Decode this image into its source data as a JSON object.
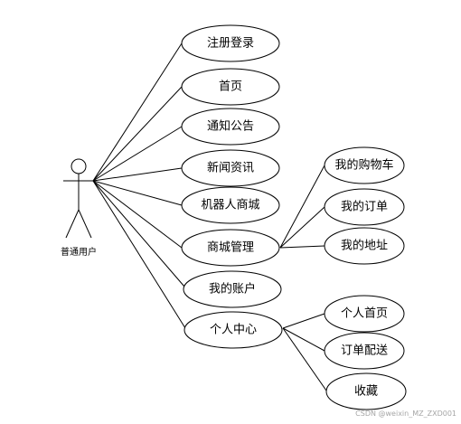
{
  "actor": {
    "label": "普通用户"
  },
  "use_cases": {
    "register_login": "注册登录",
    "home": "首页",
    "notice": "通知公告",
    "news": "新闻资讯",
    "robot_mall": "机器人商城",
    "mall_manage": "商城管理",
    "my_account": "我的账户",
    "personal_center": "个人中心",
    "my_cart": "我的购物车",
    "my_orders": "我的订单",
    "my_address": "我的地址",
    "personal_home": "个人首页",
    "order_delivery": "订单配送",
    "favorites": "收藏"
  },
  "watermark": "CSDN @weixin_MZ_ZXD001",
  "colors": {
    "line": "#000000",
    "background": "#ffffff",
    "watermark": "#a6a6a6"
  }
}
